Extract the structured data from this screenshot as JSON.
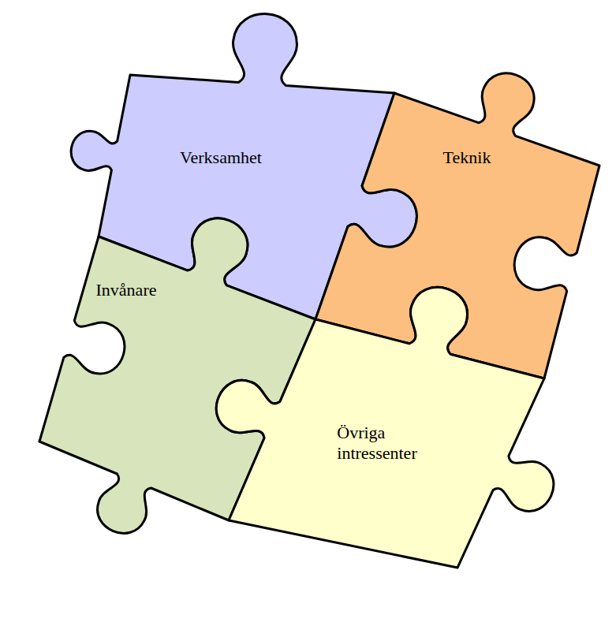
{
  "diagram": {
    "nodes": [
      {
        "text": [
          "Verksamhet"
        ]
      },
      {
        "text": [
          "Teknik"
        ]
      },
      {
        "text": [
          "Invånare"
        ]
      },
      {
        "text": [
          "Övriga intressenter"
        ]
      }
    ]
  }
}
